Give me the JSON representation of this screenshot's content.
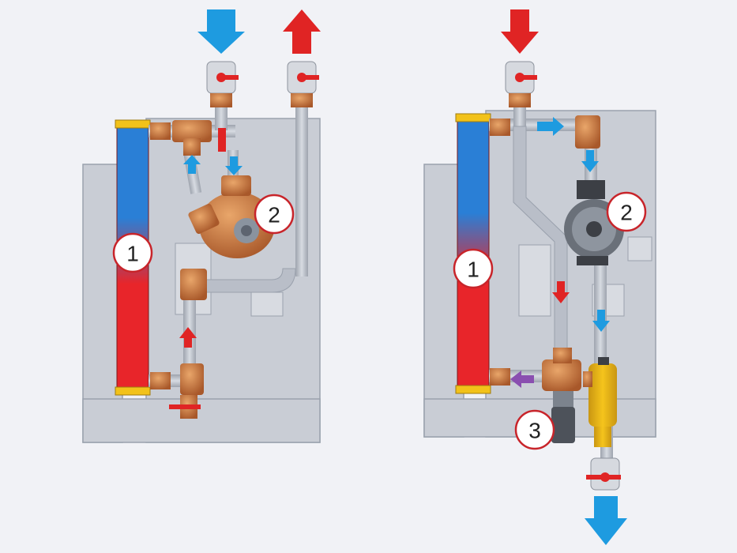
{
  "colors": {
    "background": "#f1f2f6",
    "panel": "#c9cdd5",
    "panel_edge": "#9aa1ad",
    "pipe": "#b9bec8",
    "brass": "#c8783c",
    "cold_arrow": "#1e9be0",
    "hot_arrow": "#e02424",
    "mixed_arrow": "#8a4fb0",
    "hx_hot": "#e8252a",
    "hx_cold": "#2a7fd6",
    "hx_cap": "#f2c21a",
    "callout_ring": "#c8242a"
  },
  "left_diagram": {
    "labels": [
      "1",
      "2"
    ]
  },
  "right_diagram": {
    "labels": [
      "1",
      "2",
      "3"
    ]
  }
}
